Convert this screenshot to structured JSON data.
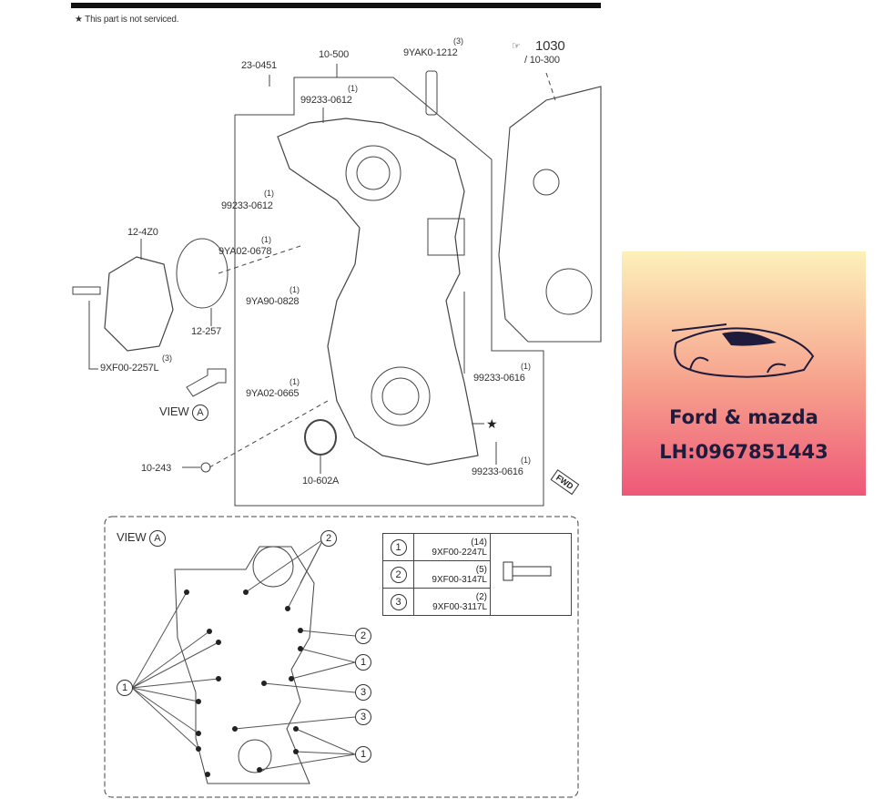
{
  "note": {
    "star": "★",
    "text": "This part is not serviced."
  },
  "parts": {
    "p23_0451": "23-0451",
    "p10_500": "10-500",
    "p9yak0_1212": {
      "qty": "(3)",
      "code": "9YAK0-1212"
    },
    "p1030": "1030",
    "p10_300": "/ 10-300",
    "p99233_0612_a": {
      "qty": "(1)",
      "code": "99233-0612"
    },
    "p99233_0612_b": {
      "qty": "(1)",
      "code": "99233-0612"
    },
    "p12_4z0": "12-4Z0",
    "p9ya02_0678": {
      "qty": "(1)",
      "code": "9YA02-0678"
    },
    "p9ya90_0828": {
      "qty": "(1)",
      "code": "9YA90-0828"
    },
    "p12_257": "12-257",
    "p9xf00_2257l": {
      "qty": "(3)",
      "code": "9XF00-2257L"
    },
    "p9ya02_0665": {
      "qty": "(1)",
      "code": "9YA02-0665"
    },
    "p99233_0616_a": {
      "qty": "(1)",
      "code": "99233-0616"
    },
    "p99233_0616_b": {
      "qty": "(1)",
      "code": "99233-0616"
    },
    "p10_243": "10-243",
    "p10_602a": "10-602A",
    "star": "★",
    "fwd": "FWD"
  },
  "view_arrow": {
    "label": "VIEW",
    "letter": "A"
  },
  "view_panel": {
    "label": "VIEW",
    "letter": "A",
    "callouts": [
      "2",
      "2",
      "1",
      "1",
      "3",
      "3",
      "1"
    ],
    "bolts": [
      {
        "num": "1",
        "qty": "(14)",
        "code": "9XF00-2247L"
      },
      {
        "num": "2",
        "qty": "(5)",
        "code": "9XF00-3147L"
      },
      {
        "num": "3",
        "qty": "(2)",
        "code": "9XF00-3117L"
      }
    ]
  },
  "ad": {
    "line1": "Ford & mazda",
    "line2": "LH:0967851443"
  }
}
